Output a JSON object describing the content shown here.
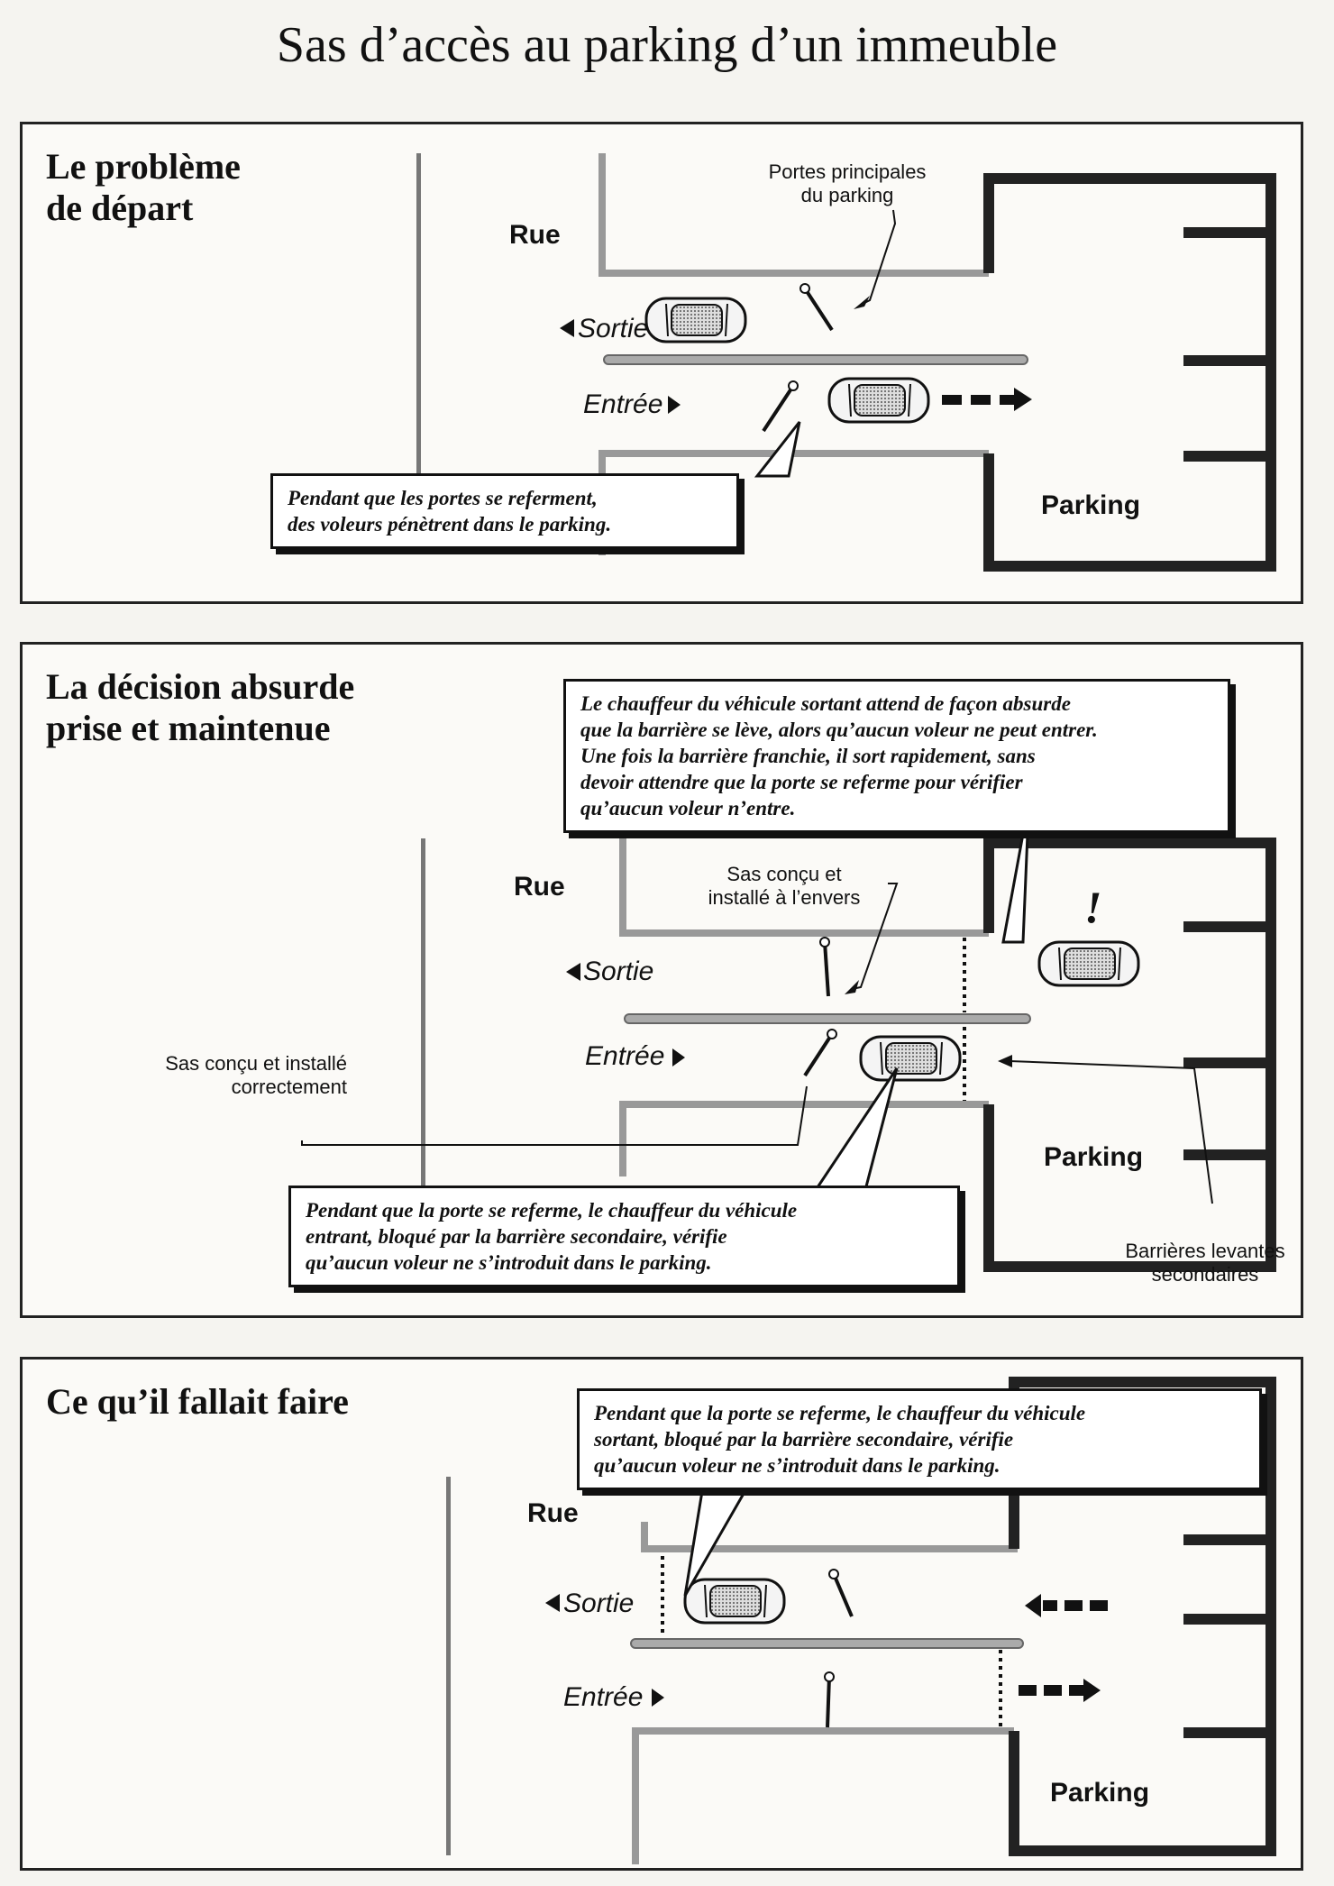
{
  "title": "Sas d’accès au parking d’un immeuble",
  "panels": [
    {
      "title": "Le problème\nde départ",
      "rue": "Rue",
      "sortie": "Sortie",
      "entree": "Entrée",
      "parking": "Parking",
      "label_portes": "Portes principales\ndu parking",
      "callout": "Pendant que les portes se referment,\ndes voleurs pénètrent dans le parking."
    },
    {
      "title": "La décision absurde\nprise et maintenue",
      "rue": "Rue",
      "sortie": "Sortie",
      "entree": "Entrée",
      "parking": "Parking",
      "label_sas_envers": "Sas conçu et\ninstallé à l’envers",
      "label_sas_correct": "Sas conçu et installé\ncorrectement",
      "label_barrieres": "Barrières levantes\nsecondaires",
      "callout_top": "Le chauffeur du véhicule sortant attend de façon absurde\nque la barrière se lève, alors qu’aucun voleur ne peut entrer.\nUne fois la barrière franchie, il sort rapidement, sans\ndevoir attendre que la porte se referme pour vérifier\nqu’aucun voleur n’entre.",
      "callout_bottom": "Pendant que la porte se referme, le chauffeur du véhicule\nentrant, bloqué par la barrière secondaire, vérifie\nqu’aucun voleur ne s’introduit dans le parking.",
      "exclamation": "!"
    },
    {
      "title": "Ce qu’il fallait faire",
      "rue": "Rue",
      "sortie": "Sortie",
      "entree": "Entrée",
      "parking": "Parking",
      "callout": "Pendant que la porte se referme, le chauffeur du véhicule\nsortant, bloqué par la barrière secondaire, vérifie\nqu’aucun voleur ne s’introduit dans le parking."
    }
  ]
}
